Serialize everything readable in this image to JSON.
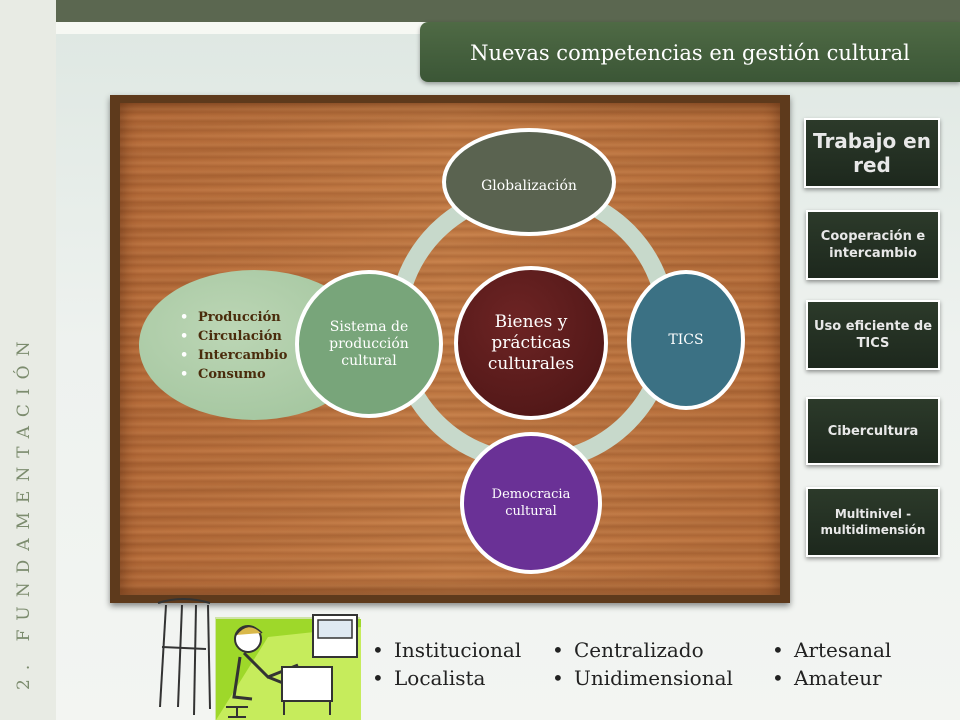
{
  "slide": {
    "title": "Nuevas competencias en gestión cultural",
    "section_label": "2. FUNDAMENTACIÓN"
  },
  "diagram": {
    "center": "Bienes y prácticas culturales",
    "nodes": {
      "top": "Globalización",
      "right": "TICS",
      "bottom": "Democracia cultural",
      "left": "Sistema de producción cultural"
    },
    "oval_items": [
      "Producción",
      "Circulación",
      "Intercambio",
      "Consumo"
    ]
  },
  "side_boxes": [
    "Trabajo en red",
    "Cooperación e intercambio",
    "Uso eficiente de TICS",
    "Cibercultura",
    "Multinivel - multidimensión"
  ],
  "bullet_columns": [
    [
      "Institucional",
      "Localista"
    ],
    [
      "Centralizado",
      "Unidimensional"
    ],
    [
      "Artesanal",
      "Amateur"
    ]
  ],
  "colors": {
    "title_bar": "#3b5636",
    "center_node": "#4a1414",
    "top_node": "#5a6350",
    "right_node": "#3b7184",
    "bottom_node": "#6a3196",
    "left_node": "#78a57a",
    "side_box": "#1d281d"
  }
}
